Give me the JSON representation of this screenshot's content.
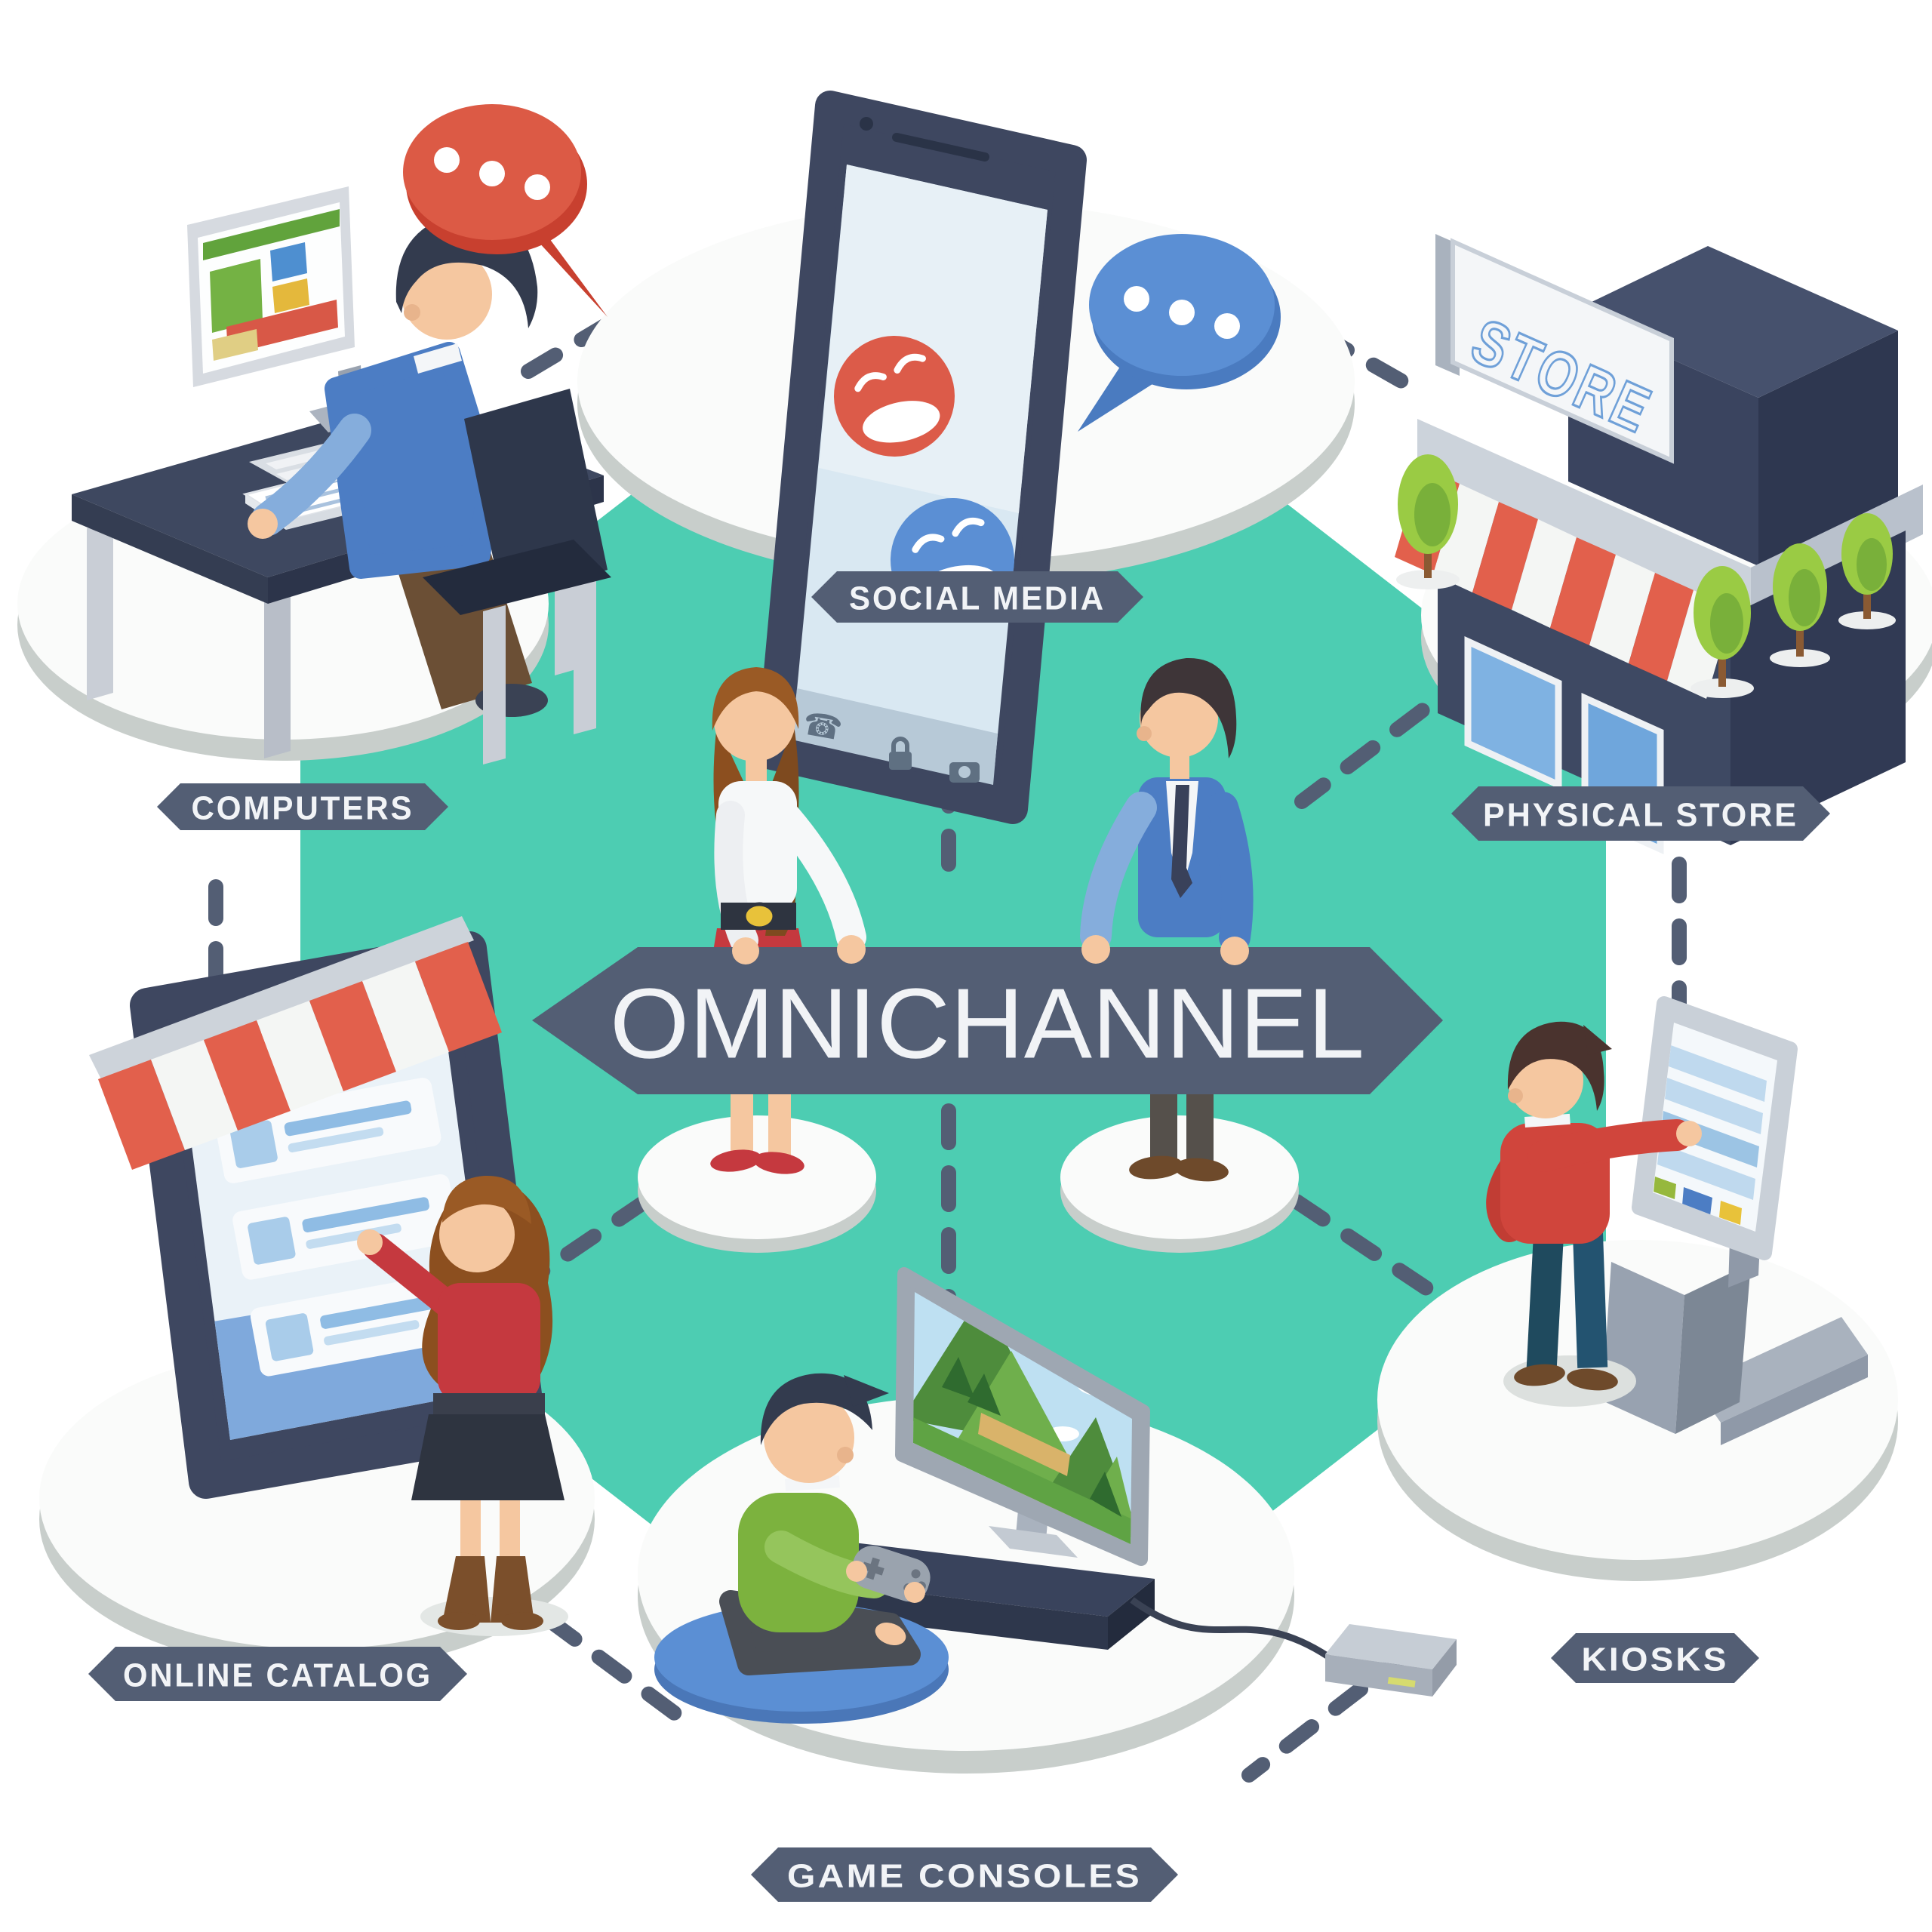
{
  "title": "Omnichannel",
  "banner": {
    "label": "OMNICHANNEL"
  },
  "channels": [
    {
      "id": "computers",
      "label": "COMPUTERS"
    },
    {
      "id": "social-media",
      "label": "SOCIAL MEDIA"
    },
    {
      "id": "physical-store",
      "label": "PHYSICAL STORE",
      "sign": "STORE"
    },
    {
      "id": "online-catalog",
      "label": "ONLINE CATALOG"
    },
    {
      "id": "game-consoles",
      "label": "GAME CONSOLES"
    },
    {
      "id": "kiosks",
      "label": "KIOSKS"
    }
  ],
  "icons": {
    "chat_bubble": "speech-bubble with ellipsis dots",
    "emoji": "laughing-face emoji",
    "phone_bar": [
      "phone-call-icon",
      "lock-icon",
      "camera-icon"
    ]
  },
  "colors": {
    "background": "#FFFFFF",
    "teal": "#4DCDB2",
    "slate": "#535E74",
    "slate-deep": "#39435C",
    "label-text": "#F2F4F7",
    "platform-top": "#FAFBFA",
    "platform-side": "#C8CECB",
    "red": "#DC5A45",
    "red-dark": "#C5393F",
    "blue": "#4C7DC4",
    "blue-light": "#85ADDC",
    "blue-sky": "#BEE0F2",
    "green": "#7CB23E",
    "green-tree": "#9ACB44",
    "skin": "#F5C7A0",
    "screen": "#D9E8F2",
    "hair-brown": "#8C4F1F",
    "hair-dark": "#333B4E",
    "gray-frame": "#C7CED6"
  }
}
